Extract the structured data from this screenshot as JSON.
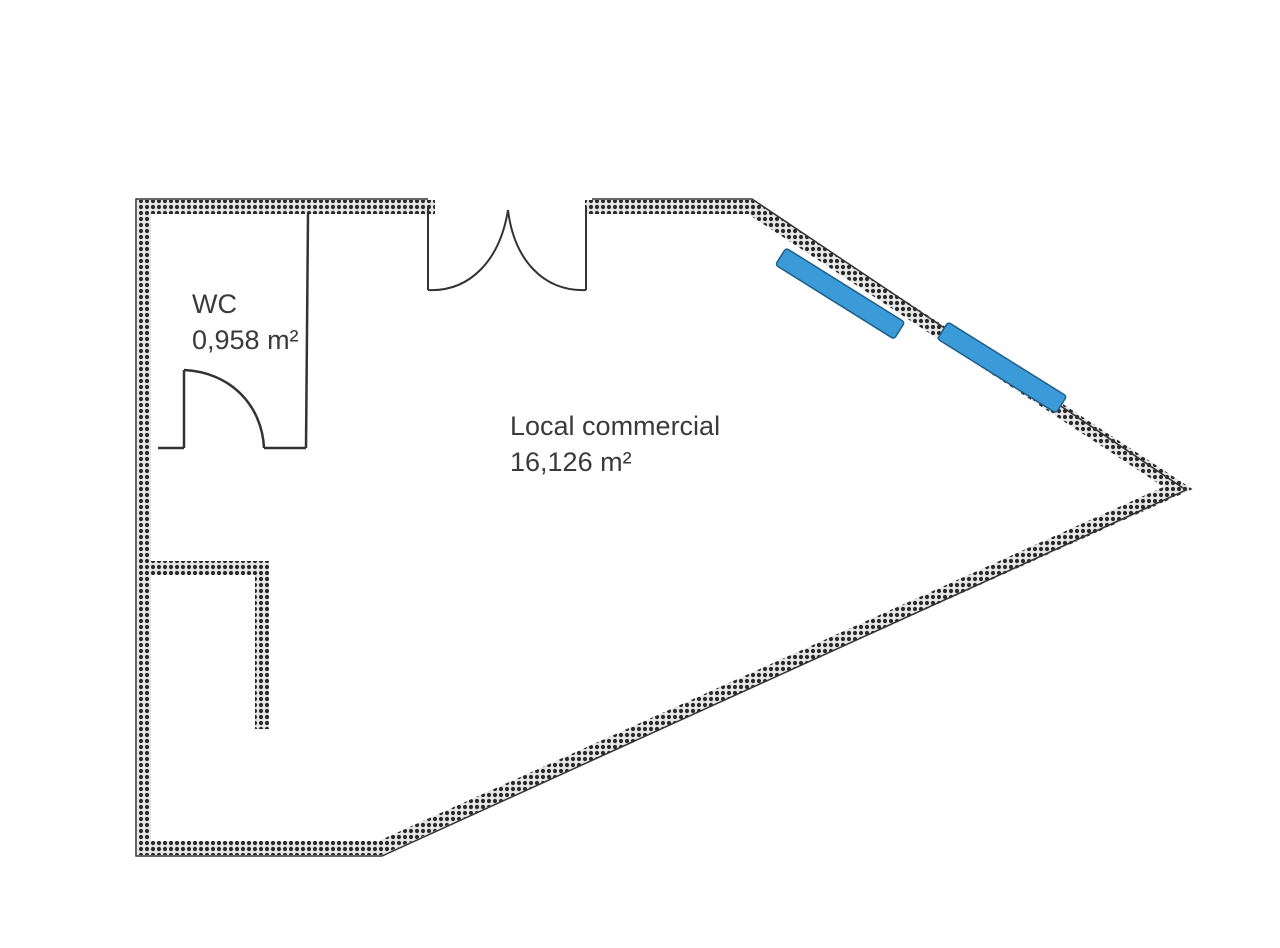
{
  "rooms": {
    "wc": {
      "name": "WC",
      "area": "0,958  m²"
    },
    "local": {
      "name": "Local commercial",
      "area": "16,126  m²"
    }
  },
  "colors": {
    "wall_fill": "#d9d9d9",
    "wall_dot": "#2a2a2a",
    "line": "#333333",
    "window": "#3a9bd8",
    "window_stroke": "#1f5f8a",
    "label": "#3a3a3a"
  }
}
